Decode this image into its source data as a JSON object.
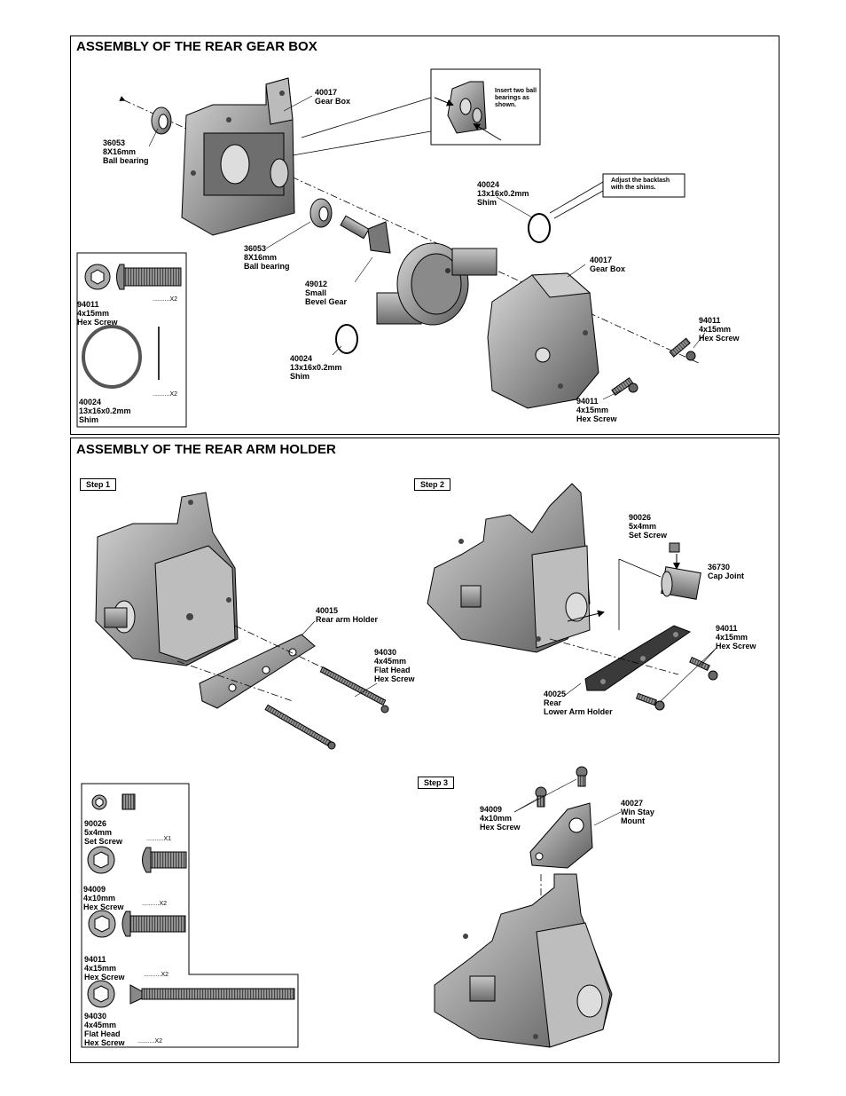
{
  "section1": {
    "title": "ASSEMBLY OF THE REAR GEAR BOX",
    "inset_note": "Insert two ball\nbearings as\nshown.",
    "callout_note": "Adjust the backlash\nwith the shims.",
    "labels": {
      "gearbox_top": "40017\nGear Box",
      "bearing_left": "36053\n8X16mm\nBall bearing",
      "shim_top": "40024\n13x16x0.2mm\nShim",
      "bearing_mid": "36053\n8X16mm\nBall bearing",
      "bevel_gear": "49012\nSmall\nBevel Gear",
      "gearbox_right": "40017\nGear Box",
      "screw_right": "94011\n4x15mm\nHex Screw",
      "shim_bottom": "40024\n13x16x0.2mm\nShim",
      "screw_bottom": "94011\n4x15mm\nHex Screw"
    },
    "parts_box": [
      {
        "label": "94011\n4x15mm\nHex Screw",
        "qty": "..........X2"
      },
      {
        "label": "40024\n13x16x0.2mm\nShim",
        "qty": "..........X2"
      }
    ]
  },
  "section2": {
    "title": "ASSEMBLY OF THE REAR ARM HOLDER",
    "steps": [
      "Step 1",
      "Step 2",
      "Step 3"
    ],
    "labels": {
      "arm_holder": "40015\nRear arm Holder",
      "flat_head": "94030\n4x45mm\nFlat Head\nHex Screw",
      "set_screw": "90026\n5x4mm\nSet Screw",
      "cap_joint": "36730\nCap Joint",
      "hex_screw_s2": "94011\n4x15mm\nHex Screw",
      "lower_arm": "40025\nRear\nLower Arm Holder",
      "hex_screw_s3": "94009\n4x10mm\nHex Screw",
      "win_stay": "40027\nWin Stay\nMount"
    },
    "parts_box": [
      {
        "label": "90026\n5x4mm\nSet Screw",
        "qty": "..........X1"
      },
      {
        "label": "94009\n4x10mm\nHex Screw",
        "qty": "..........X2"
      },
      {
        "label": "94011\n4x15mm\nHex Screw",
        "qty": "..........X2"
      },
      {
        "label": "94030\n4x45mm\nFlat Head\nHex Screw",
        "qty": "..........X2"
      }
    ]
  }
}
